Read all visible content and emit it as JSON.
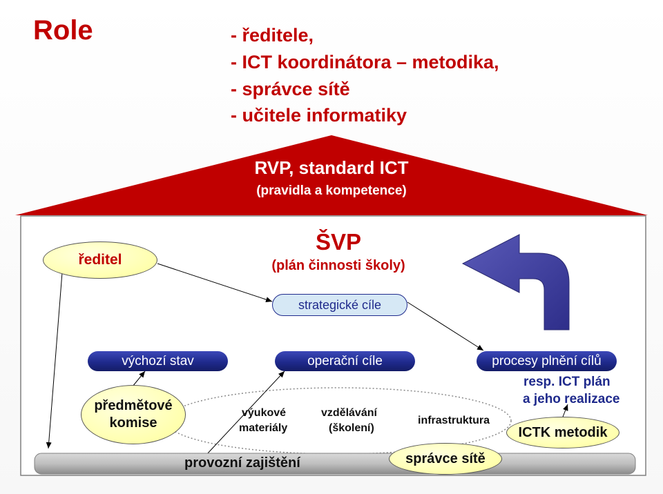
{
  "slide": {
    "title": "Role",
    "roles": [
      "- ředitele,",
      "- ICT koordinátora – metodika,",
      "- správce sítě",
      "- učitele informatiky"
    ]
  },
  "roof": {
    "title": "RVP, standard ICT",
    "subtitle": "(pravidla a kompetence)"
  },
  "house": {
    "svp_title": "ŠVP",
    "svp_subtitle": "(plán činnosti školy)",
    "reditel": "ředitel",
    "strategic_goals": "strategické cíle",
    "initial_state": "výchozí stav",
    "operational_goals": "operační cíle",
    "processes": "procesy plnění cílů",
    "committees_line1": "předmětové",
    "committees_line2": "komise",
    "materials_line1": "výukové",
    "materials_line2": "materiály",
    "training_line1": "vzdělávání",
    "training_line2": "(školení)",
    "infrastructure": "infrastruktura",
    "ict_plan_line1": "resp. ICT plán",
    "ict_plan_line2": "a jeho realizace",
    "ictk": "ICTK metodik",
    "operations": "provozní zajištění",
    "network_admin": "správce sítě"
  },
  "colors": {
    "accent_red": "#c00000",
    "roof_red": "#c00000",
    "pill_blue": "#1f2a8c",
    "arrow_blue": "#3a3a9c",
    "ellipse_yellow": "#ffffb0",
    "base_gray": "#a6a6a6"
  },
  "icons": {
    "curved_arrow": "curved-up-left-arrow"
  }
}
